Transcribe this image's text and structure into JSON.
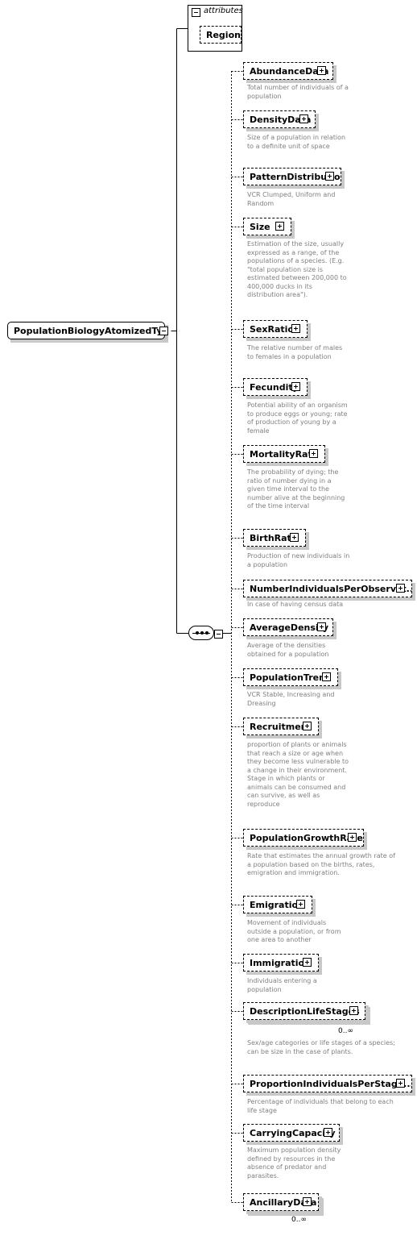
{
  "root": {
    "name": "PopulationBiologyAtomizedType"
  },
  "attributes": {
    "title": "attributes",
    "items": [
      {
        "name": "Region"
      }
    ]
  },
  "elements": [
    {
      "name": "AbundanceData",
      "description": "Total number of individuals of a population"
    },
    {
      "name": "DensityData",
      "description": "Size of a population in relation to a definite unit of space"
    },
    {
      "name": "PatternDistribution",
      "description": "VCR Clumped, Uniform and Random"
    },
    {
      "name": "Size",
      "description": "Estimation of the size, usually expressed as a range, of the populations of a species. (E.g. \"total population size is estimated between 200,000 to 400,000 ducks in its distribution area\")."
    },
    {
      "name": "SexRatio",
      "description": "The relative number of males to females in a population"
    },
    {
      "name": "Fecundity",
      "description": "Potential ability of an organism to produce eggs or young; rate of production of young by a female"
    },
    {
      "name": "MortalityRate",
      "description": "The probability of dying; the ratio of number dying in a given time interval to the number alive at the beginning of the time interval"
    },
    {
      "name": "BirthRate",
      "description": "Production of new individuals in a population"
    },
    {
      "name": "NumberIndividualsPerObservat...",
      "description": "In case of having census data"
    },
    {
      "name": "AverageDensity",
      "description": "Average of the densities obtained for a population"
    },
    {
      "name": "PopulationTrend",
      "description": "VCR  Stable, Increasing and Dreasing"
    },
    {
      "name": "Recruitment",
      "description": "proportion of plants or animals that reach a size or age when they become less vulnerable to a change in their environment. Stage in which plants or animals can be consumed and can survive, as well as reproduce"
    },
    {
      "name": "PopulationGrowthRate",
      "description": "Rate that estimates the annual growth rate of a population based on the births, rates, emigration and immigration."
    },
    {
      "name": "Emigration",
      "description": "Movement of individuals outside a population, or from one area to another"
    },
    {
      "name": "Immigration",
      "description": "Individuals entering a population"
    },
    {
      "name": "DescriptionLifeStages",
      "cardinality": "0..∞",
      "description": "Sex/age categories or life stages of a species; can be size in the case of plants."
    },
    {
      "name": "ProportionIndividualsPerStage...",
      "description": "Percentage of individuals that belong to each life stage"
    },
    {
      "name": "CarryingCapacity",
      "description": "Maximum population density defined by resources in the absence of predator and parasites."
    },
    {
      "name": "AncillaryData",
      "cardinality": "0..∞",
      "description": ""
    }
  ]
}
